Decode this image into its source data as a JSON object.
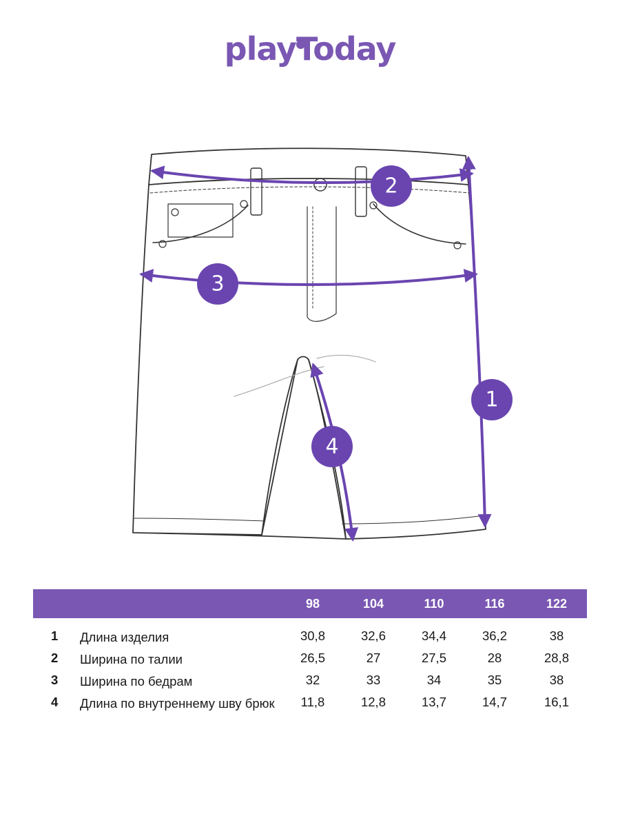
{
  "brand": {
    "name": "playToday",
    "color": "#7a57b3"
  },
  "markers": [
    "1",
    "2",
    "3",
    "4"
  ],
  "size_table": {
    "sizes": [
      "98",
      "104",
      "110",
      "116",
      "122"
    ],
    "rows": [
      {
        "num": "1",
        "label": "Длина изделия",
        "values": [
          "30,8",
          "32,6",
          "34,4",
          "36,2",
          "38"
        ]
      },
      {
        "num": "2",
        "label": "Ширина по талии",
        "values": [
          "26,5",
          "27",
          "27,5",
          "28",
          "28,8"
        ]
      },
      {
        "num": "3",
        "label": "Ширина по бедрам",
        "values": [
          "32",
          "33",
          "34",
          "35",
          "38"
        ]
      },
      {
        "num": "4",
        "label": "Длина по внутреннему шву брюк",
        "values": [
          "11,8",
          "12,8",
          "13,7",
          "14,7",
          "16,1"
        ]
      }
    ]
  }
}
